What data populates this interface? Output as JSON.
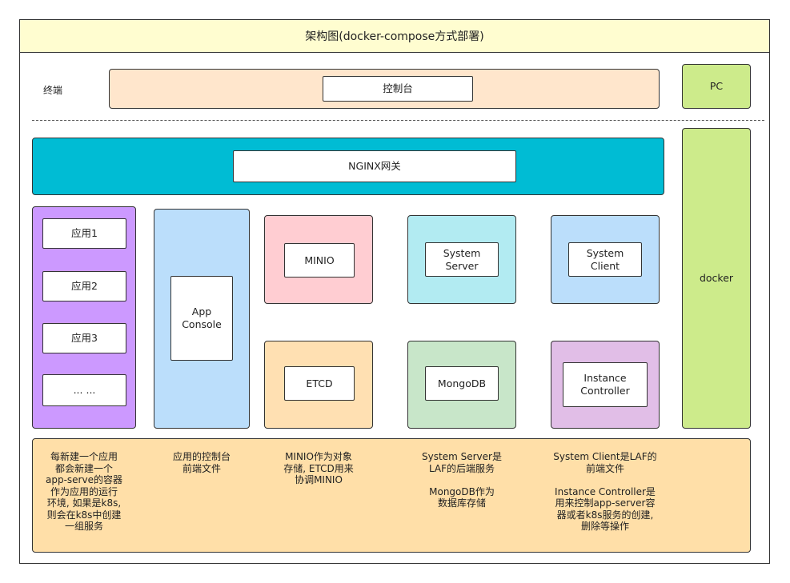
{
  "title": "架构图(docker-compose方式部署)",
  "terminal": {
    "label": "终端",
    "console": "控制台",
    "pc": "PC"
  },
  "docker": "docker",
  "nginx": "NGINX网关",
  "apps": [
    "应用1",
    "应用2",
    "应用3",
    "... ..."
  ],
  "app_console": "App\nConsole",
  "minio": "MINIO",
  "etcd": "ETCD",
  "system_server": "System\nServer",
  "mongodb": "MongoDB",
  "system_client": "System\nClient",
  "instance_controller": "Instance\nController",
  "notes": {
    "apps": "每新建一个应用\n都会新建一个\napp-serve的容器\n作为应用的运行\n环境, 如果是k8s,\n则会在k8s中创建\n一组服务",
    "console": "应用的控制台\n前端文件",
    "minio": "MINIO作为对象\n存储, ETCD用来\n协调MINIO",
    "server": "System Server是\nLAF的后端服务\n\nMongoDB作为\n数据库存储",
    "client": "System Client是LAF的\n前端文件\n\nInstance Controller是\n用来控制app-server容\n器或者k8s服务的创建,\n删除等操作"
  },
  "colors": {
    "title_bg": "#fffdd0",
    "terminal_bg": "#ffe6cc",
    "pc_bg": "#cdeb8b",
    "nginx_bg": "#00bcd4",
    "apps_bg": "#cc99ff",
    "console_bg": "#bbdefb",
    "minio_bg": "#ffcdd2",
    "etcd_bg": "#ffe0b2",
    "server_bg": "#b2ebf2",
    "mongodb_bg": "#c8e6c9",
    "client_bg": "#bbdefb",
    "controller_bg": "#e1bee7",
    "notes_bg": "#ffdfa8"
  }
}
